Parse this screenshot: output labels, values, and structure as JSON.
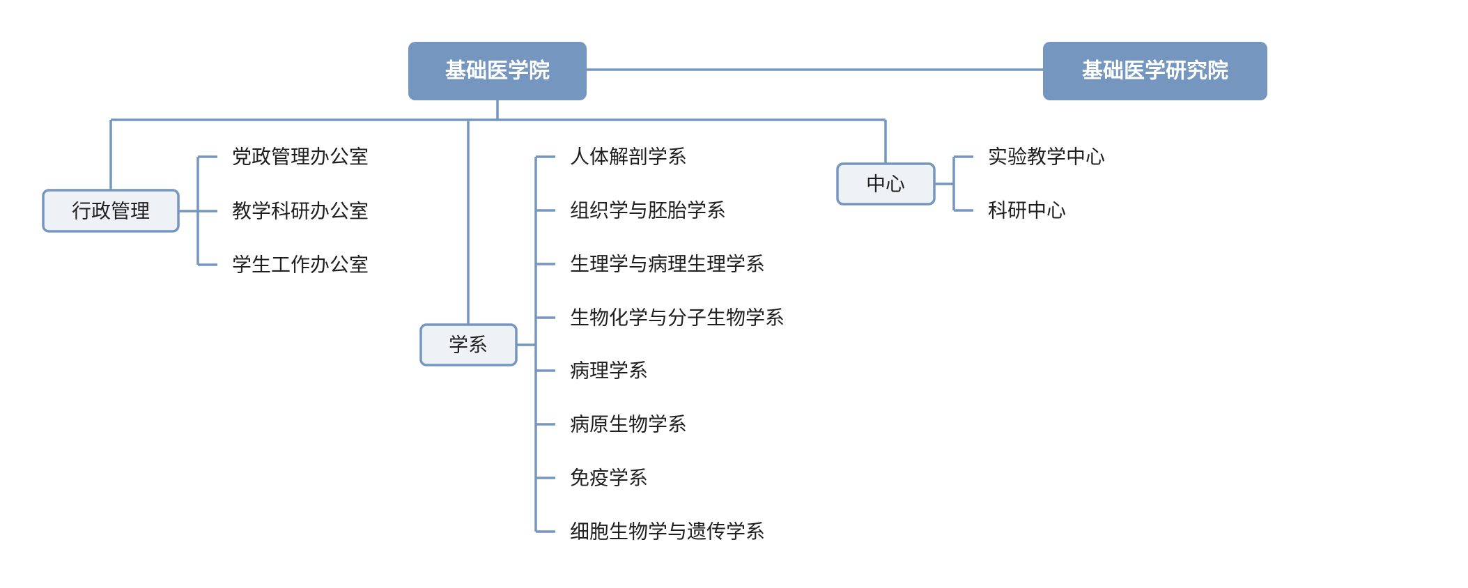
{
  "root": {
    "label": "基础医学院"
  },
  "partner": {
    "label": "基础医学研究院"
  },
  "branches": {
    "admin": {
      "label": "行政管理",
      "items": [
        "党政管理办公室",
        "教学科研办公室",
        "学生工作办公室"
      ]
    },
    "departments": {
      "label": "学系",
      "items": [
        "人体解剖学系",
        "组织学与胚胎学系",
        "生理学与病理生理学系",
        "生物化学与分子生物学系",
        "病理学系",
        "病原生物学系",
        "免疫学系",
        "细胞生物学与遗传学系"
      ]
    },
    "centers": {
      "label": "中心",
      "items": [
        "实验教学中心",
        "科研中心"
      ]
    }
  },
  "colors": {
    "line": "#7596bf",
    "primary_fill": "#7596bf",
    "secondary_fill": "#eef1f6"
  }
}
